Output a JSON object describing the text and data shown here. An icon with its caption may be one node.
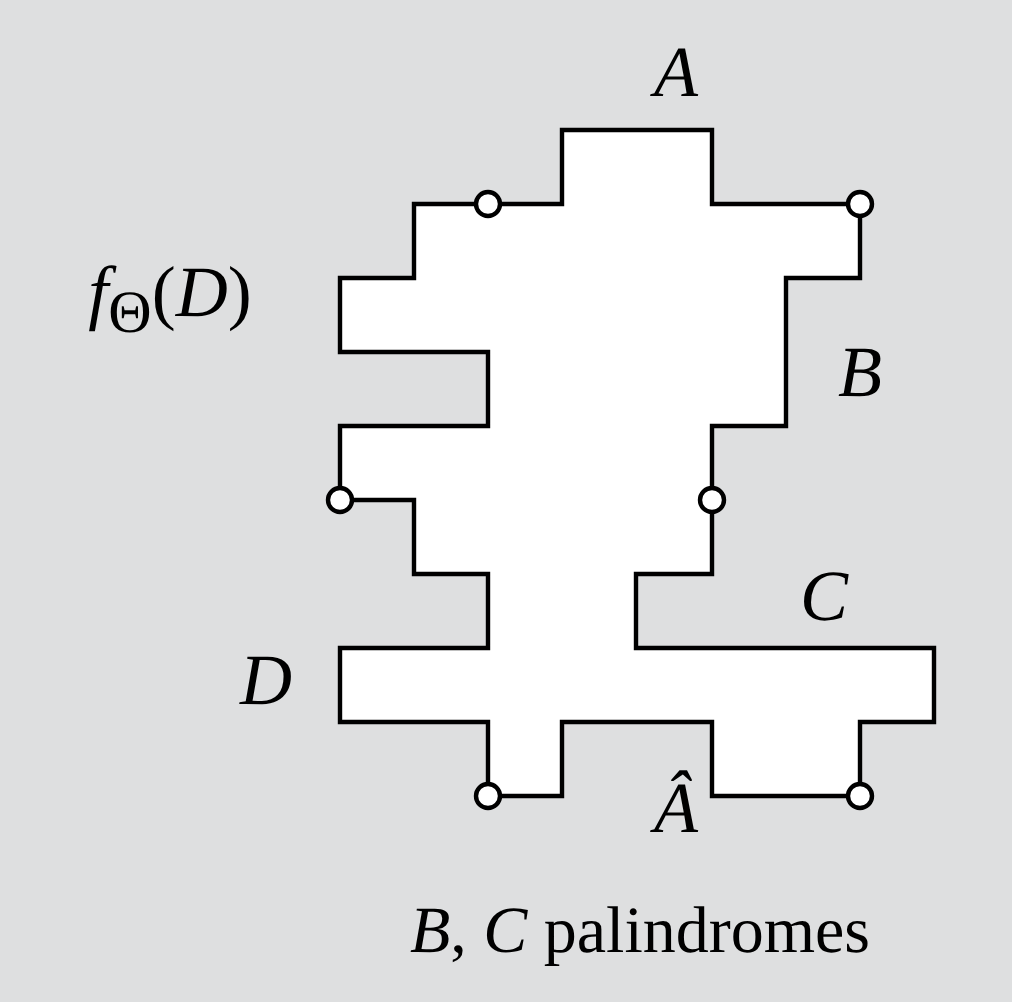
{
  "diagram": {
    "caption": "*B*, *C* palindromes",
    "labels": [
      "A",
      "*f*$_{Θ}$(*D*)",
      "B",
      "C",
      "D",
      "Â"
    ]
  }
}
